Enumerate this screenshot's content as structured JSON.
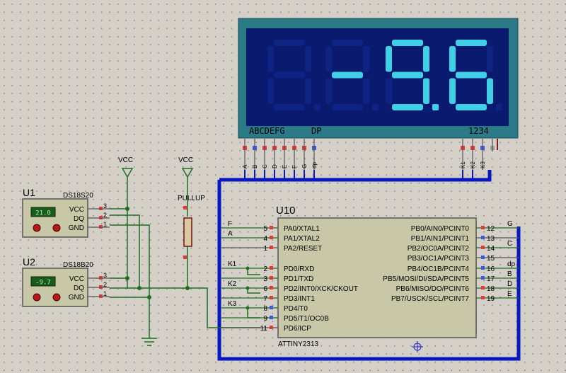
{
  "display": {
    "reading": "-9.6",
    "segment_label": "ABCDEFG",
    "dp_label": "DP",
    "digit_label": "1234",
    "segment_pins": [
      "A",
      "B",
      "C",
      "D",
      "E",
      "F",
      "G",
      "dp"
    ],
    "digit_pins": [
      "K1",
      "K2",
      "K3"
    ]
  },
  "power": {
    "vcc_label": "VCC",
    "pullup_label": "PULLUP"
  },
  "sensors": [
    {
      "ref": "U1",
      "part": "DS18S20",
      "reading": "21.0",
      "pins": [
        {
          "name": "VCC",
          "num": "3"
        },
        {
          "name": "DQ",
          "num": "2"
        },
        {
          "name": "GND",
          "num": "1"
        }
      ]
    },
    {
      "ref": "U2",
      "part": "DS18B20",
      "reading": "-9.7",
      "pins": [
        {
          "name": "VCC",
          "num": "3"
        },
        {
          "name": "DQ",
          "num": "2"
        },
        {
          "name": "GND",
          "num": "1"
        }
      ]
    }
  ],
  "mcu": {
    "ref": "U10",
    "part": "ATTINY2313",
    "left_pins": [
      {
        "net": "F",
        "num": "5",
        "name": "PA0/XTAL1"
      },
      {
        "net": "A",
        "num": "4",
        "name": "PA1/XTAL2"
      },
      {
        "net": "",
        "num": "1",
        "name": "PA2/RESET"
      },
      {
        "net": "K1",
        "num": "2",
        "name": "PD0/RXD"
      },
      {
        "net": "",
        "num": "3",
        "name": "PD1/TXD"
      },
      {
        "net": "K2",
        "num": "6",
        "name": "PD2/INT0/XCK/CKOUT"
      },
      {
        "net": "",
        "num": "7",
        "name": "PD3/INT1"
      },
      {
        "net": "K3",
        "num": "8",
        "name": "PD4/T0"
      },
      {
        "net": "",
        "num": "9",
        "name": "PD5/T1/OC0B"
      },
      {
        "net": "",
        "num": "11",
        "name": "PD6/ICP"
      }
    ],
    "right_pins": [
      {
        "net": "G",
        "num": "12",
        "name": "PB0/AIN0/PCINT0"
      },
      {
        "net": "",
        "num": "13",
        "name": "PB1/AIN1/PCINT1"
      },
      {
        "net": "C",
        "num": "14",
        "name": "PB2/OC0A/PCINT2"
      },
      {
        "net": "",
        "num": "15",
        "name": "PB3/OC1A/PCINT3"
      },
      {
        "net": "dp",
        "num": "16",
        "name": "PB4/OC1B/PCINT4"
      },
      {
        "net": "B",
        "num": "17",
        "name": "PB5/MOSI/DI/SDA/PCINT5"
      },
      {
        "net": "D",
        "num": "18",
        "name": "PB6/MISO/DO/PCINT6"
      },
      {
        "net": "E",
        "num": "19",
        "name": "PB7/USCK/SCL/PCINT7"
      }
    ]
  },
  "colors": {
    "display_bezel": "#2a7a88",
    "display_face": "#0a1a6e",
    "segment_on": "#3fd0e8",
    "wire": "#1f6e1f",
    "bus": "#0818c0",
    "chip_fill": "#c8c8a8",
    "lcd_bg": "#1a5a1a",
    "lcd_fg": "#a6f0a6"
  }
}
